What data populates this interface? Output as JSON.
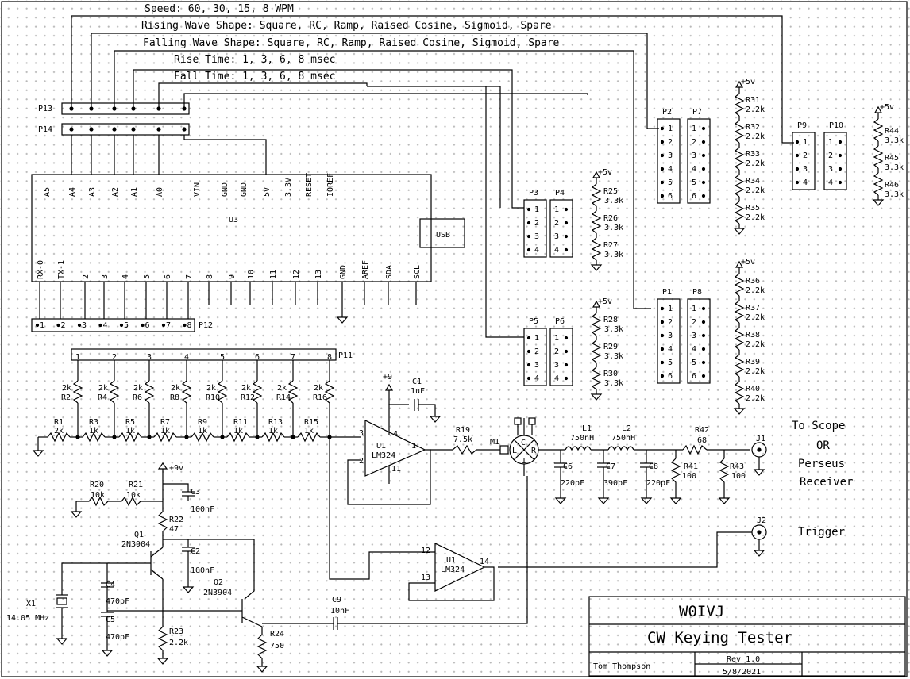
{
  "signals": {
    "speed": "Speed: 60, 30, 15, 8 WPM",
    "rising": "Rising Wave Shape: Square, RC, Ramp, Raised Cosine, Sigmoid, Spare",
    "falling": "Falling Wave Shape: Square, RC, Ramp, Raised Cosine, Sigmoid, Spare",
    "rise_time": "Rise Time: 1, 3, 6, 8 msec",
    "fall_time": "Fall Time: 1, 3, 6, 8 msec"
  },
  "connectors": {
    "p13": "P13",
    "p14": "P14",
    "p12": "P12",
    "p11": "P11",
    "p1": "P1",
    "p2": "P2",
    "p3": "P3",
    "p4": "P4",
    "p5": "P5",
    "p6": "P6",
    "p7": "P7",
    "p8": "P8",
    "p9": "P9",
    "p10": "P10"
  },
  "arduino": {
    "ref": "U3",
    "usb": "USB",
    "top_pins": [
      "A5",
      "A4",
      "A3",
      "A2",
      "A1",
      "A0",
      "VIN",
      "GND",
      "GND",
      "5V",
      "3.3V",
      "RESET",
      "IOREF"
    ],
    "bottom_pins": [
      "RX-0",
      "TX-1",
      "2",
      "3",
      "4",
      "5",
      "6",
      "7",
      "8",
      "9",
      "10",
      "11",
      "12",
      "13",
      "GND",
      "AREF",
      "SDA",
      "SCL"
    ],
    "p12_pins": [
      "1",
      "2",
      "3",
      "4",
      "5",
      "6",
      "7",
      "8"
    ],
    "p11_pins": [
      "1",
      "2",
      "3",
      "4",
      "5",
      "6",
      "7",
      "8"
    ]
  },
  "supply": {
    "plus5": "+5v",
    "plus9": "+9",
    "plus9v": "+9v"
  },
  "resistors": {
    "r25": "R25",
    "r25v": "3.3k",
    "r26": "R26",
    "r26v": "3.3k",
    "r27": "R27",
    "r27v": "3.3k",
    "r28": "R28",
    "r28v": "3.3k",
    "r29": "R29",
    "r29v": "3.3k",
    "r30": "R30",
    "r30v": "3.3k",
    "r31": "R31",
    "r31v": "2.2k",
    "r32": "R32",
    "r32v": "2.2k",
    "r33": "R33",
    "r33v": "2.2k",
    "r34": "R34",
    "r34v": "2.2k",
    "r35": "R35",
    "r35v": "2.2k",
    "r36": "R36",
    "r36v": "2.2k",
    "r37": "R37",
    "r37v": "2.2k",
    "r38": "R38",
    "r38v": "2.2k",
    "r39": "R39",
    "r39v": "2.2k",
    "r40": "R40",
    "r40v": "2.2k",
    "r44": "R44",
    "r44v": "3.3k",
    "r45": "R45",
    "r45v": "3.3k",
    "r46": "R46",
    "r46v": "3.3k",
    "ladder_top": [
      {
        "ref": "R2",
        "val": "2k"
      },
      {
        "ref": "R4",
        "val": "2k"
      },
      {
        "ref": "R6",
        "val": "2k"
      },
      {
        "ref": "R8",
        "val": "2k"
      },
      {
        "ref": "R10",
        "val": "2k"
      },
      {
        "ref": "R12",
        "val": "2k"
      },
      {
        "ref": "R14",
        "val": "2k"
      },
      {
        "ref": "R16",
        "val": "2k"
      }
    ],
    "ladder_bottom": [
      {
        "ref": "R1",
        "val": "2k"
      },
      {
        "ref": "R3",
        "val": "1k"
      },
      {
        "ref": "R5",
        "val": "1k"
      },
      {
        "ref": "R7",
        "val": "1k"
      },
      {
        "ref": "R9",
        "val": "1k"
      },
      {
        "ref": "R11",
        "val": "1k"
      },
      {
        "ref": "R13",
        "val": "1k"
      },
      {
        "ref": "R15",
        "val": "1k"
      }
    ],
    "r19": "R19",
    "r19v": "7.5k",
    "r20": "R20",
    "r20v": "10k",
    "r21": "R21",
    "r21v": "10k",
    "r22": "R22",
    "r22v": "47",
    "r23": "R23",
    "r23v": "2.2k",
    "r24": "R24",
    "r24v": "750",
    "r41": "R41",
    "r41v": "100",
    "r42": "R42",
    "r42v": "68",
    "r43": "R43",
    "r43v": "100"
  },
  "capacitors": {
    "c1": "C1",
    "c1v": "1uF",
    "c2": "C2",
    "c2v": "100nF",
    "c3": "C3",
    "c3v": "100nF",
    "c4": "C4",
    "c4v": "470pF",
    "c5": "C5",
    "c5v": "470pF",
    "c6": "C6",
    "c6v": "220pF",
    "c7": "C7",
    "c7v": "390pF",
    "c8": "C8",
    "c8v": "220pF",
    "c9": "C9",
    "c9v": "10nF"
  },
  "inductors": {
    "l1": "L1",
    "l1v": "750nH",
    "l2": "L2",
    "l2v": "750nH"
  },
  "active": {
    "u1a": "U1",
    "u1b": "U1",
    "lm324a": "LM324",
    "lm324b": "LM324",
    "q1": "Q1",
    "q1v": "2N3904",
    "q2": "Q2",
    "q2v": "2N3904",
    "m1": "M1",
    "x1": "X1",
    "x1v": "14.05 MHz",
    "pins_a": [
      "3",
      "2",
      "4",
      "11",
      "1"
    ],
    "pins_b": [
      "12",
      "13",
      "14"
    ]
  },
  "mixer": {
    "l": "L",
    "r": "R",
    "i": "I",
    "c": "C"
  },
  "jacks": {
    "j1": "J1",
    "j2": "J2"
  },
  "notes": {
    "scope1": "To Scope",
    "scope2": "OR",
    "scope3": "Perseus",
    "scope4": "Receiver",
    "trigger": "Trigger"
  },
  "title_block": {
    "callsign": "W0IVJ",
    "title": "CW Keying Tester",
    "author": "Tom Thompson",
    "rev": "Rev 1.0",
    "date": "5/8/2021"
  }
}
